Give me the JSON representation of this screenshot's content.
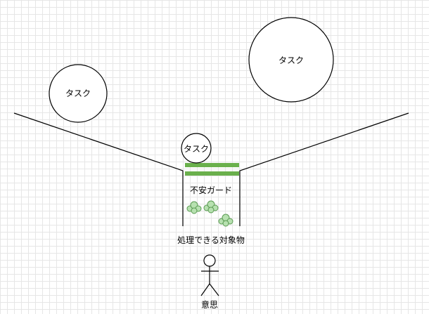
{
  "diagram": {
    "nodes": {
      "task_left": "タスク",
      "task_right": "タスク",
      "task_small": "タスク"
    },
    "funnel": {
      "guard_label": "不安ガード",
      "bottom_label": "処理できる対象物"
    },
    "actor": {
      "label": "意思"
    },
    "colors": {
      "guard_bar": "#6ab04c",
      "cloud_fill": "#b7e1b0",
      "cloud_stroke": "#5a9a52",
      "line": "#000000",
      "grid": "#e6e6e6"
    }
  }
}
